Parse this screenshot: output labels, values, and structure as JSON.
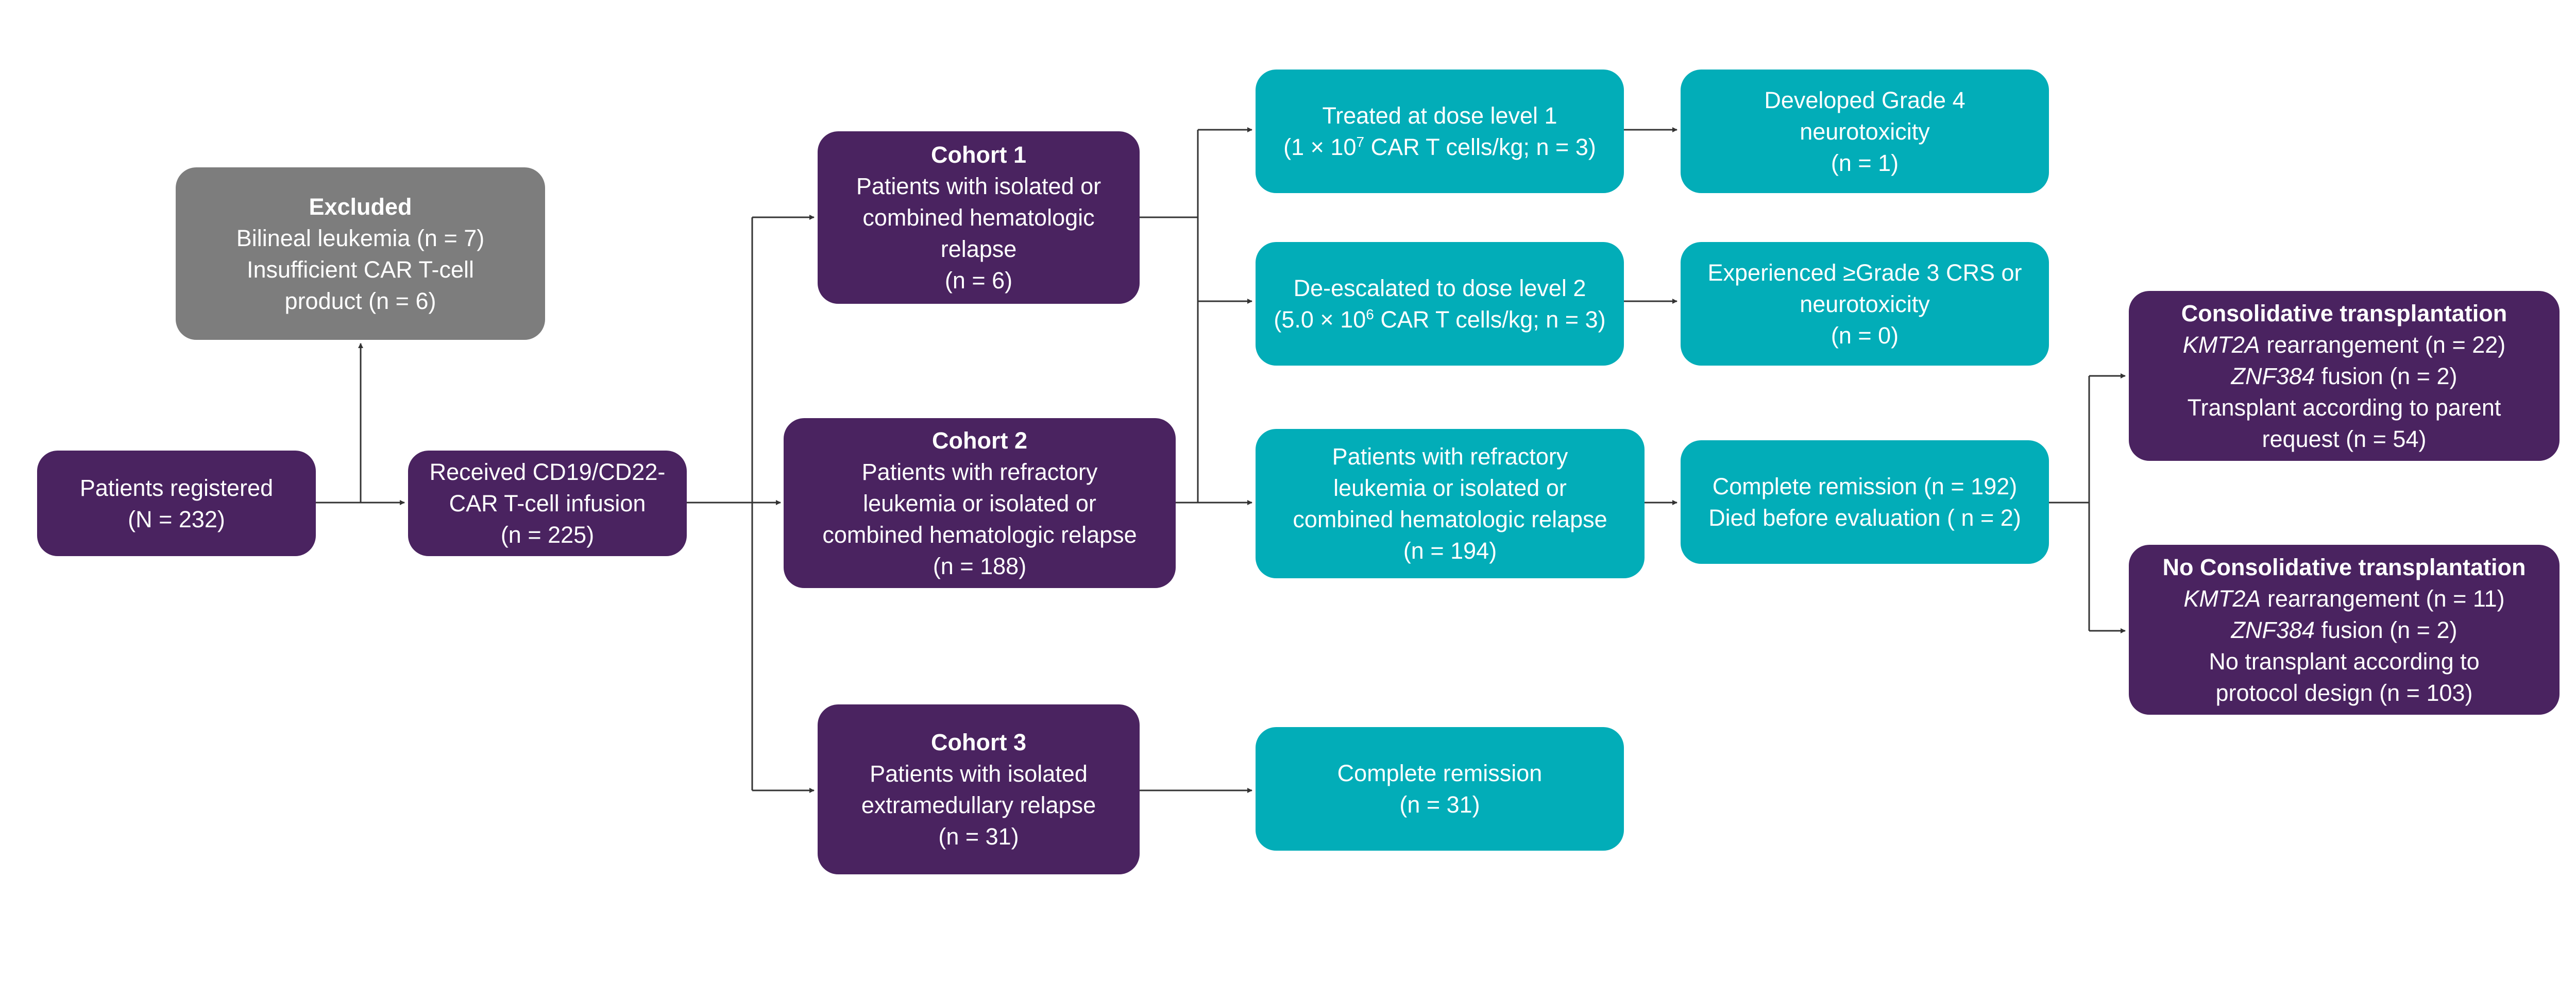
{
  "nodes": {
    "registered": {
      "lines": [
        "Patients registered",
        "(N = 232)"
      ]
    },
    "excluded": {
      "title": "Excluded",
      "lines": [
        "Bilineal leukemia (n = 7)",
        "Insufficient CAR T-cell",
        "product (n = 6)"
      ]
    },
    "infusion": {
      "lines": [
        "Received CD19/CD22-",
        "CAR T-cell infusion",
        "(n = 225)"
      ]
    },
    "cohort1": {
      "title": "Cohort 1",
      "lines": [
        "Patients with isolated or",
        "combined hematologic",
        "relapse",
        "(n = 6)"
      ]
    },
    "cohort2": {
      "title": "Cohort 2",
      "lines": [
        "Patients with refractory",
        "leukemia or isolated or",
        "combined hematologic relapse",
        "(n = 188)"
      ]
    },
    "cohort3": {
      "title": "Cohort 3",
      "lines": [
        "Patients with isolated",
        "extramedullary relapse",
        "(n = 31)"
      ]
    },
    "dose1": {
      "line1": "Treated at dose level 1",
      "line2_pre": "(1 × 10",
      "line2_sup": "7",
      "line2_post": " CAR T cells/kg; n = 3)"
    },
    "dose2": {
      "line1": "De-escalated to dose level 2",
      "line2_pre": "(5.0 × 10",
      "line2_sup": "6",
      "line2_post": " CAR T cells/kg; n = 3)"
    },
    "refractory": {
      "lines": [
        "Patients with refractory",
        "leukemia or isolated or",
        "combined hematologic relapse",
        "(n = 194)"
      ]
    },
    "neuro4": {
      "lines": [
        "Developed Grade 4",
        "neurotoxicity",
        "(n = 1)"
      ]
    },
    "crs3": {
      "lines": [
        "Experienced ≥Grade 3 CRS or",
        "neurotoxicity",
        "(n = 0)"
      ]
    },
    "remission192": {
      "lines": [
        "Complete remission (n = 192)",
        "Died before evaluation ( n = 2)"
      ]
    },
    "remission31": {
      "lines": [
        "Complete remission",
        "(n = 31)"
      ]
    },
    "consolidative": {
      "title": "Consolidative transplantation",
      "kmt2a_gene": "KMT2A",
      "kmt2a_rest": " rearrangement (n = 22)",
      "znf_gene": "ZNF384",
      "znf_rest": " fusion (n = 2)",
      "lines": [
        "Transplant according to parent",
        "request (n = 54)"
      ]
    },
    "no_consolidative": {
      "title": "No Consolidative transplantation",
      "kmt2a_gene": "KMT2A",
      "kmt2a_rest": " rearrangement (n = 11)",
      "znf_gene": "ZNF384",
      "znf_rest": " fusion (n = 2)",
      "lines": [
        "No transplant according to",
        "protocol design (n = 103)"
      ]
    }
  },
  "colors": {
    "purple": "#4a2360",
    "teal": "#02adb8",
    "gray": "#7d7d7d",
    "connector": "#333333"
  }
}
